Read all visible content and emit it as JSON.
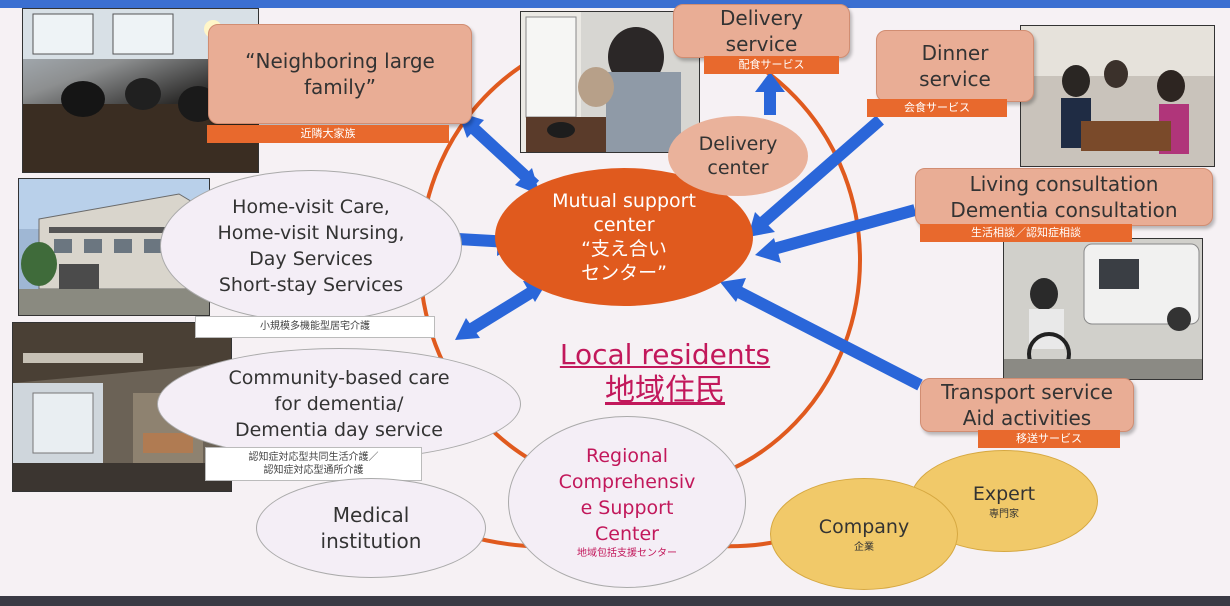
{
  "boxes": {
    "neighboring": {
      "label": "“Neighboring large family”",
      "jp": "近隣大家族"
    },
    "delivery_service": {
      "label": "Delivery service",
      "jp": "配食サービス"
    },
    "dinner_service": {
      "label": "Dinner service",
      "jp": "会食サービス"
    },
    "living_consultation": {
      "line1": "Living consultation",
      "line2": "Dementia consultation",
      "jp": "生活相談／認知症相談"
    },
    "transport_service": {
      "line1": "Transport service",
      "line2": "Aid activities",
      "jp": "移送サービス"
    }
  },
  "center": {
    "line1": "Mutual support",
    "line2": "center",
    "line3": "“支え合い",
    "line4": "センター”"
  },
  "delivery_center": {
    "line1": "Delivery",
    "line2": "center"
  },
  "home_visit": {
    "line1": "Home-visit Care,",
    "line2": "Home-visit Nursing,",
    "line3": "Day Services",
    "line4": "Short-stay Services",
    "jp": "小規模多機能型居宅介護"
  },
  "dementia_care": {
    "line1": "Community-based care",
    "line2": "for dementia/",
    "line3": "Dementia day service",
    "jp1": "認知症対応型共同生活介護／",
    "jp2": "認知症対応型通所介護"
  },
  "medical": {
    "line1": "Medical",
    "line2": "institution"
  },
  "regional": {
    "line1": "Regional",
    "line2": "Comprehensiv",
    "line3": "e Support",
    "line4": "Center",
    "jp": "地域包括支援センター"
  },
  "local_residents": {
    "en": "Local residents",
    "jp": "地域住民"
  },
  "company": {
    "label": "Company",
    "jp": "企業"
  },
  "expert": {
    "label": "Expert",
    "jp": "専門家"
  },
  "colors": {
    "accent": "#e05a1e",
    "box": "#e9ad95",
    "tag": "#e8692d",
    "arrow": "#2a66d9",
    "ring": "#e05a1e",
    "yellow": "#f1c969",
    "residents": "#c2185b"
  }
}
